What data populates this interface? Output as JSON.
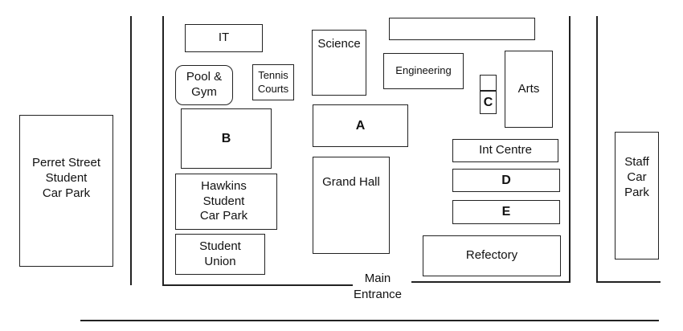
{
  "buildings": {
    "it": "IT",
    "blank": "",
    "science": "Science",
    "engineering": "Engineering",
    "pool_gym": "Pool &\nGym",
    "tennis_courts": "Tennis\nCourts",
    "arts": "Arts",
    "c_small": "",
    "c": "C",
    "b": "B",
    "a": "A",
    "int_centre": "Int Centre",
    "d": "D",
    "e": "E",
    "grand_hall": "Grand Hall",
    "hawkins": "Hawkins\nStudent\nCar Park",
    "student_union": "Student\nUnion",
    "refectory": "Refectory",
    "perret": "Perret Street\nStudent\nCar Park",
    "staff_car_park": "Staff\nCar\nPark"
  },
  "labels": {
    "main_entrance": "Main\nEntrance"
  }
}
